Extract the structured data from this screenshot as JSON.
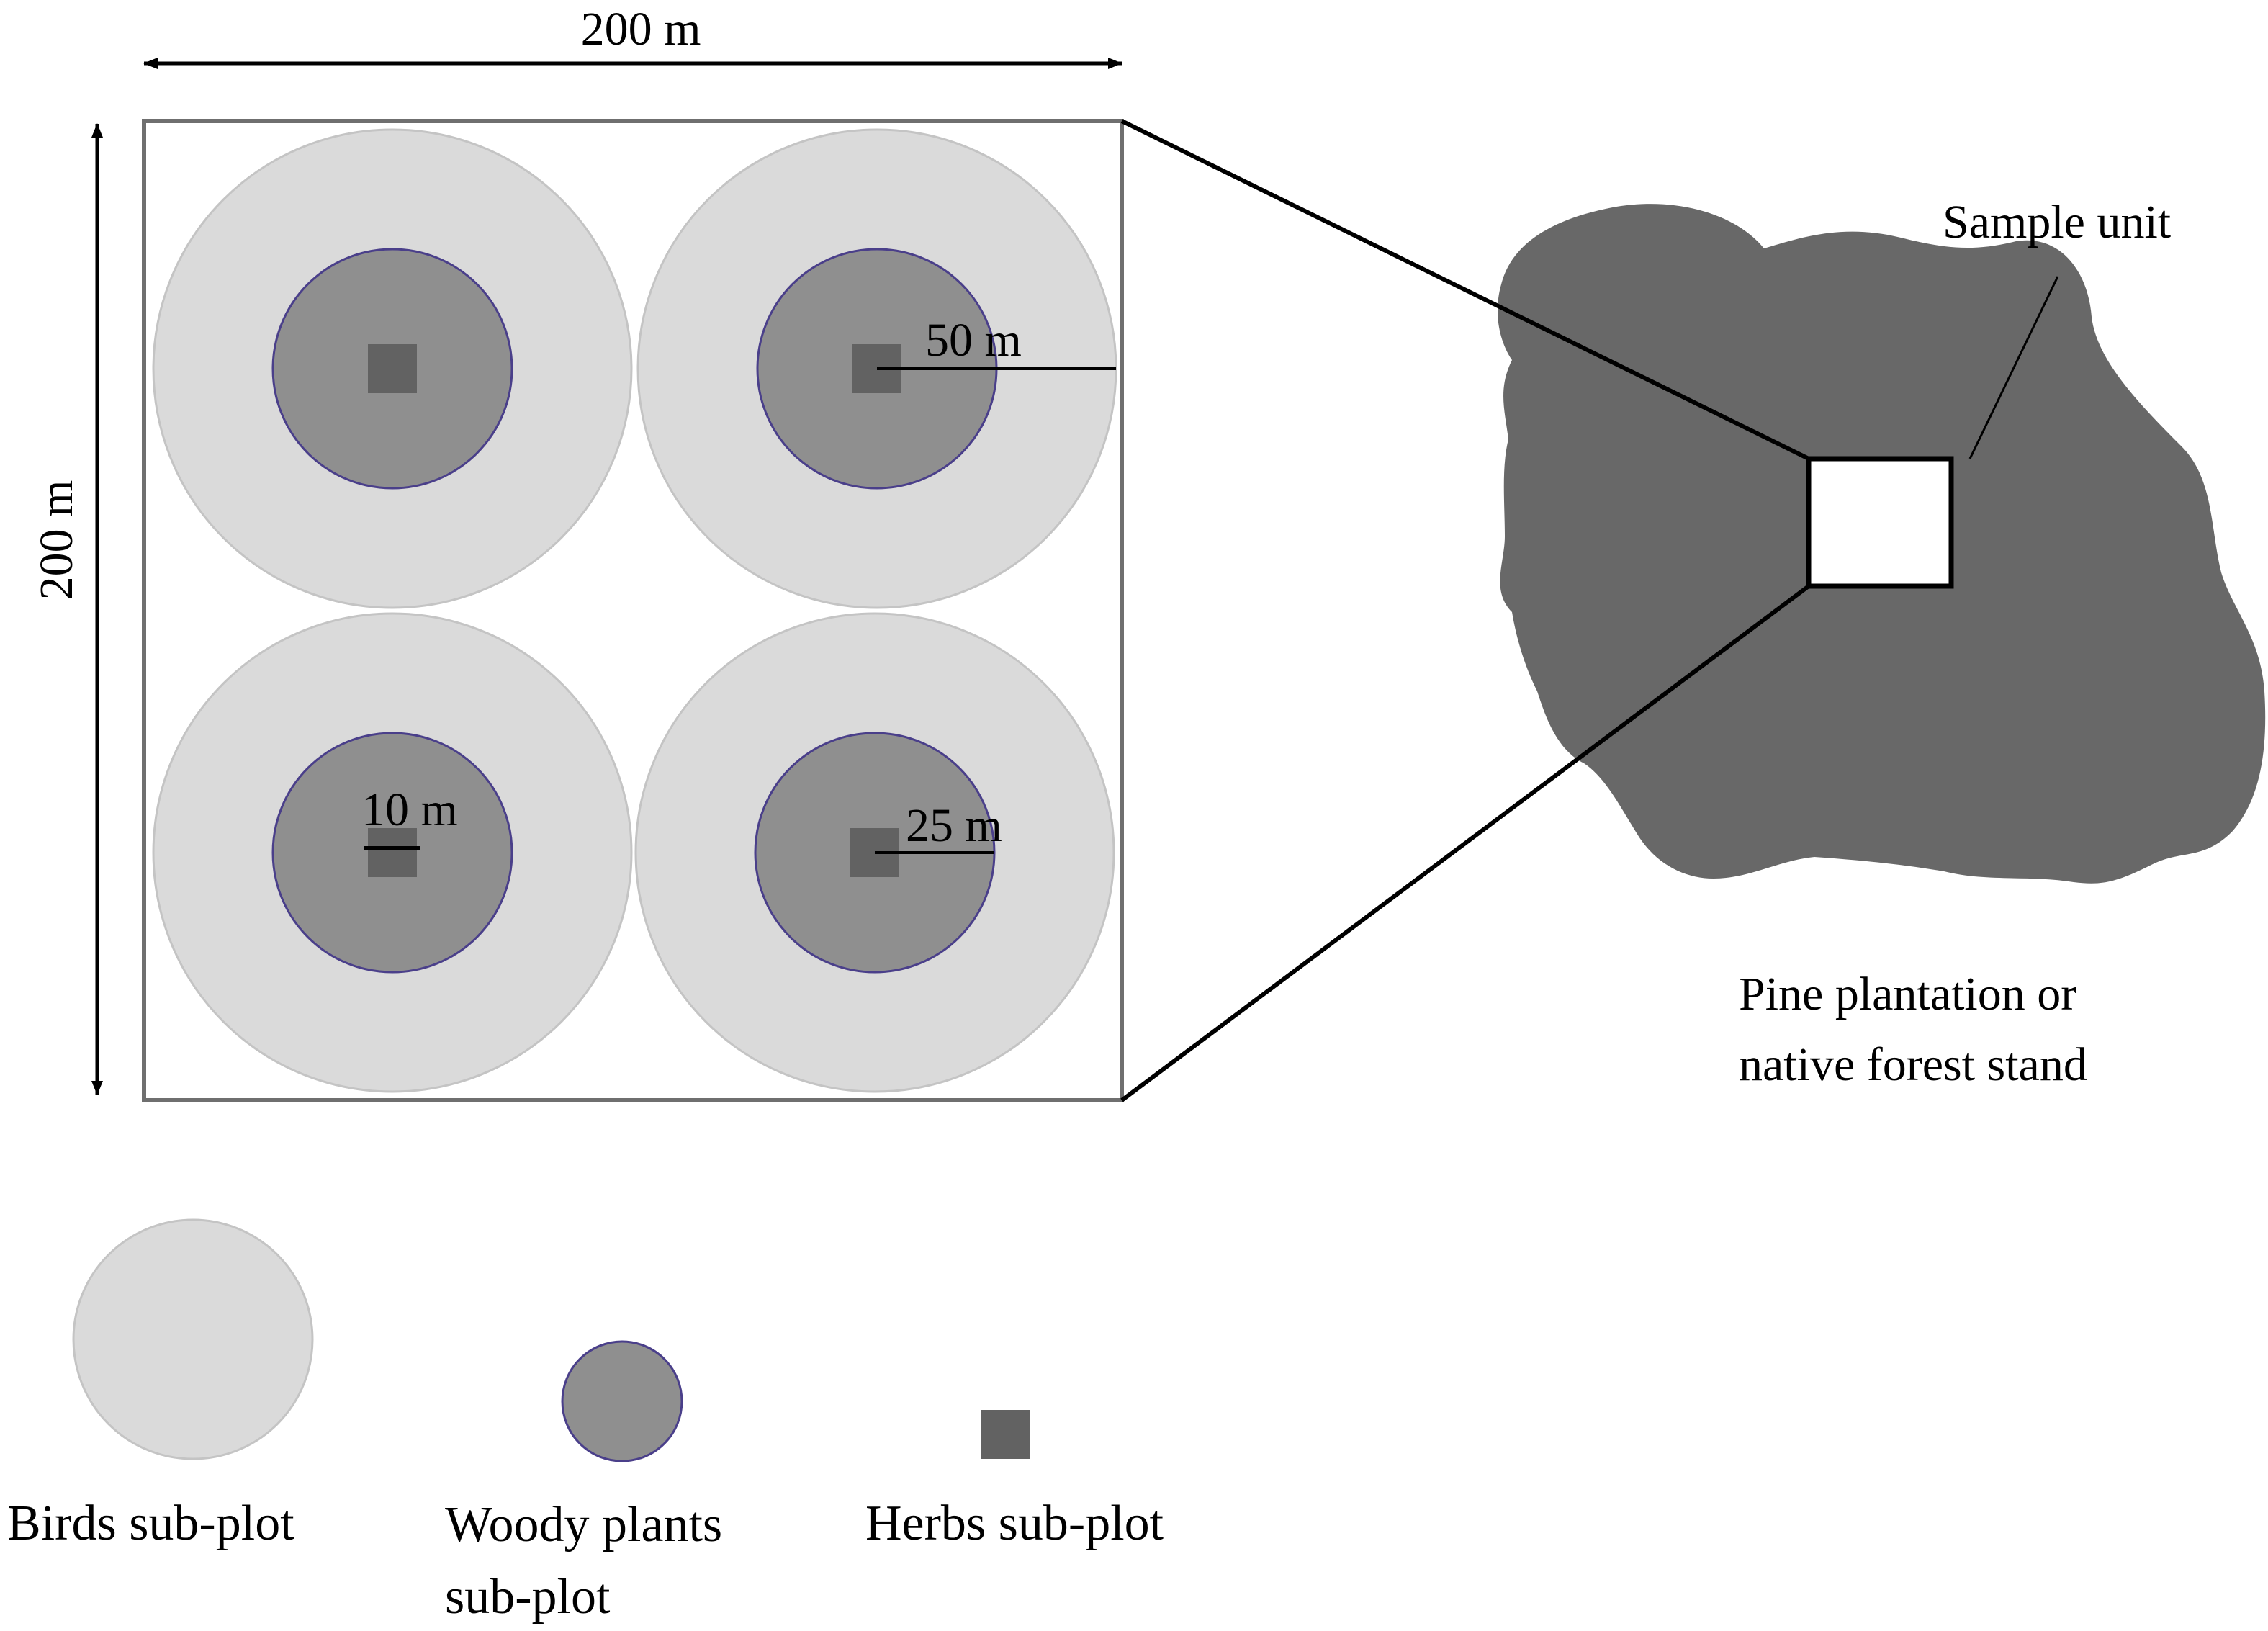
{
  "dimensions": {
    "width_label": "200 m",
    "height_label": "200 m",
    "herbs_radius_label": "10 m",
    "woody_radius_label": "25 m",
    "birds_radius_label": "50 m"
  },
  "stand": {
    "sample_unit_label": "Sample unit",
    "caption_line1": "Pine plantation or",
    "caption_line2": "native forest stand"
  },
  "legend": {
    "birds_label": "Birds sub-plot",
    "woody_label_line1": "Woody plants",
    "woody_label_line2": "sub-plot",
    "herbs_label": "Herbs sub-plot"
  },
  "colors": {
    "birds": "#dadada",
    "woody": "#8f8f8f",
    "herbs": "#626262",
    "stand": "#686868",
    "plot_border": "#6f6f6f",
    "woody_outline": "#4a3f8a"
  },
  "icons": {
    "arrow": "double-headed-arrow-icon"
  }
}
